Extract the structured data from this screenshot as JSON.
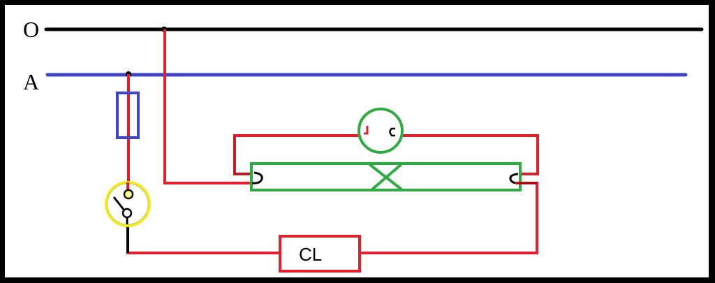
{
  "labels": {
    "neutral": "O",
    "phase": "A",
    "ballast": "CL"
  },
  "colors": {
    "frame": "#000000",
    "neutral_line": "#000000",
    "phase_line": "#3e45c8",
    "wire": "#e2202c",
    "fuse": "#3e45c8",
    "starter": "#2eab42",
    "tube": "#2eab42",
    "switch": "#f3ea1f",
    "ballast_box": "#e2202c"
  }
}
